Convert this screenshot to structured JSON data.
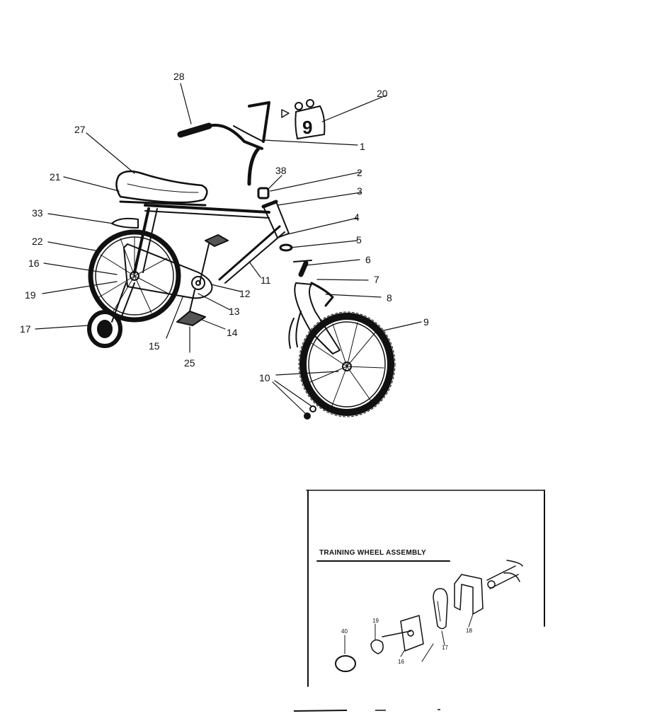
{
  "diagram": {
    "part_labels": {
      "p1": "1",
      "p2": "2",
      "p3": "3",
      "p4": "4",
      "p5": "5",
      "p6": "6",
      "p7": "7",
      "p8": "8",
      "p9": "9",
      "p10": "10",
      "p11": "11",
      "p12": "12",
      "p13": "13",
      "p14": "14",
      "p15": "15",
      "p16": "16",
      "p17": "17",
      "p19": "19",
      "p20": "20",
      "p21": "21",
      "p22": "22",
      "p25": "25",
      "p27": "27",
      "p28": "28",
      "p33": "33",
      "p38": "38"
    },
    "number_plate_digit": "9",
    "inset": {
      "title": "TRAINING WHEEL ASSEMBLY",
      "labels": {
        "i40": "40",
        "i19": "19",
        "i16": "16",
        "i17": "17",
        "i18": "18"
      }
    }
  }
}
